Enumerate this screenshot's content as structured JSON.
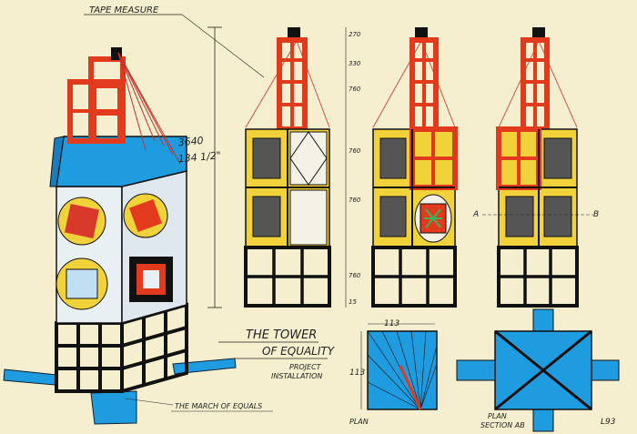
{
  "labels": {
    "tape_measure": "TAPE MEASURE",
    "title_line1": "THE TOWER",
    "title_line2": "OF EQUALITY",
    "subtitle_line1": "PROJECT",
    "subtitle_line2": "INSTALLATION",
    "march": "THE MARCH OF EQUALS",
    "plan": "PLAN",
    "plan_section_line1": "PLAN",
    "plan_section_line2": "SECTION AB",
    "section_a": "A",
    "section_b": "B",
    "signature": "L93"
  },
  "dimensions": {
    "total_height": "3640",
    "total_height_in": "134 1/2\"",
    "seg_top": "270",
    "seg_2": "330",
    "seg_3": "760",
    "seg_4": "760",
    "seg_5": "760",
    "seg_6": "760",
    "seg_base": "15",
    "plan_width": "113",
    "plan_depth": "113"
  },
  "colors": {
    "paper": "#f6efcf",
    "blue": "#1f9be0",
    "red": "#e23a1c",
    "yellow": "#f2d23a",
    "black": "#111111",
    "string": "#c8302a"
  }
}
